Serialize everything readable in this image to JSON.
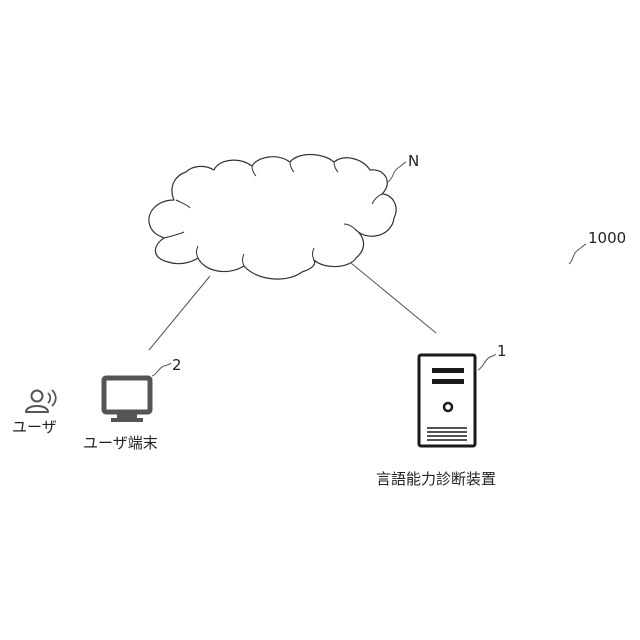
{
  "network": {
    "ref": "N"
  },
  "system": {
    "ref": "1000"
  },
  "user": {
    "label": "ユーザ"
  },
  "user_terminal": {
    "ref": "2",
    "label": "ユーザ端末"
  },
  "diagnosis_device": {
    "ref": "1",
    "label": "言語能力診断装置"
  },
  "colors": {
    "stroke": "#333333",
    "icon": "#555555",
    "server": "#1a1a1a"
  }
}
